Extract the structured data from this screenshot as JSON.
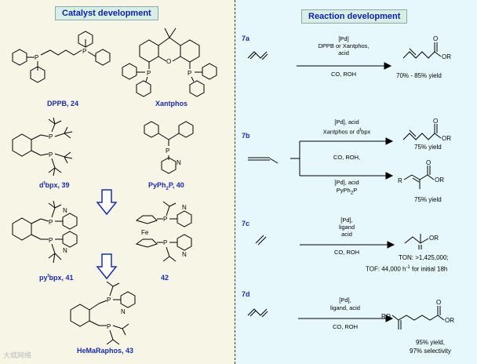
{
  "left_panel": {
    "header": "Catalyst development",
    "catalysts": {
      "dppb": "DPPB, 24",
      "xantphos": "Xantphos",
      "dtbpx_pre": "d",
      "dtbpx_sup": "t",
      "dtbpx_post": "bpx, 39",
      "pyph2p_pre": "PyPh",
      "pyph2p_sub": "2",
      "pyph2p_post": "P, 40",
      "pytbpx_pre": "py",
      "pytbpx_sup": "t",
      "pytbpx_post": "bpx, 41",
      "ferrocene": "42",
      "hemaraphos": "HeMaRaphos, 43"
    },
    "atom_P": "P",
    "atom_N": "N",
    "atom_O": "O",
    "atom_Fe": "Fe"
  },
  "right_panel": {
    "header": "Reaction development",
    "r7a": {
      "id": "7a",
      "above1": "[Pd]",
      "above2": "DPPB or Xantphos,",
      "above3": "acid",
      "below": "CO, ROH",
      "yield": "70% - 85% yield"
    },
    "r7b": {
      "id": "7b",
      "above1": "[Pd], acid",
      "above2_pre": "Xantphos or d",
      "above2_sup": "t",
      "above2_post": "bpx",
      "mid": "CO, ROH,",
      "lower1": "[Pd], acid",
      "lower2_pre": "PyPh",
      "lower2_sub": "2",
      "lower2_post": "P",
      "yield_top": "75% yield",
      "yield_bottom": "75% yield"
    },
    "r7c": {
      "id": "7c",
      "above1": "[Pd],",
      "above2": "ligand",
      "above3": "acid",
      "below": "CO, ROH",
      "ton": "TON: >1,425,000;",
      "tof_pre": "TOF: 44,000 h",
      "tof_sup": "-1",
      "tof_post": " for initial 18h"
    },
    "r7d": {
      "id": "7d",
      "above1": "[Pd],",
      "above2": "ligand, acid",
      "below": "CO, ROH",
      "yield1": "95% yield,",
      "yield2": "97% selectivity"
    },
    "atom_OR": "OR",
    "atom_O": "O",
    "atom_R": "R",
    "atom_RO": "RO"
  },
  "watermark": "大斌网络"
}
